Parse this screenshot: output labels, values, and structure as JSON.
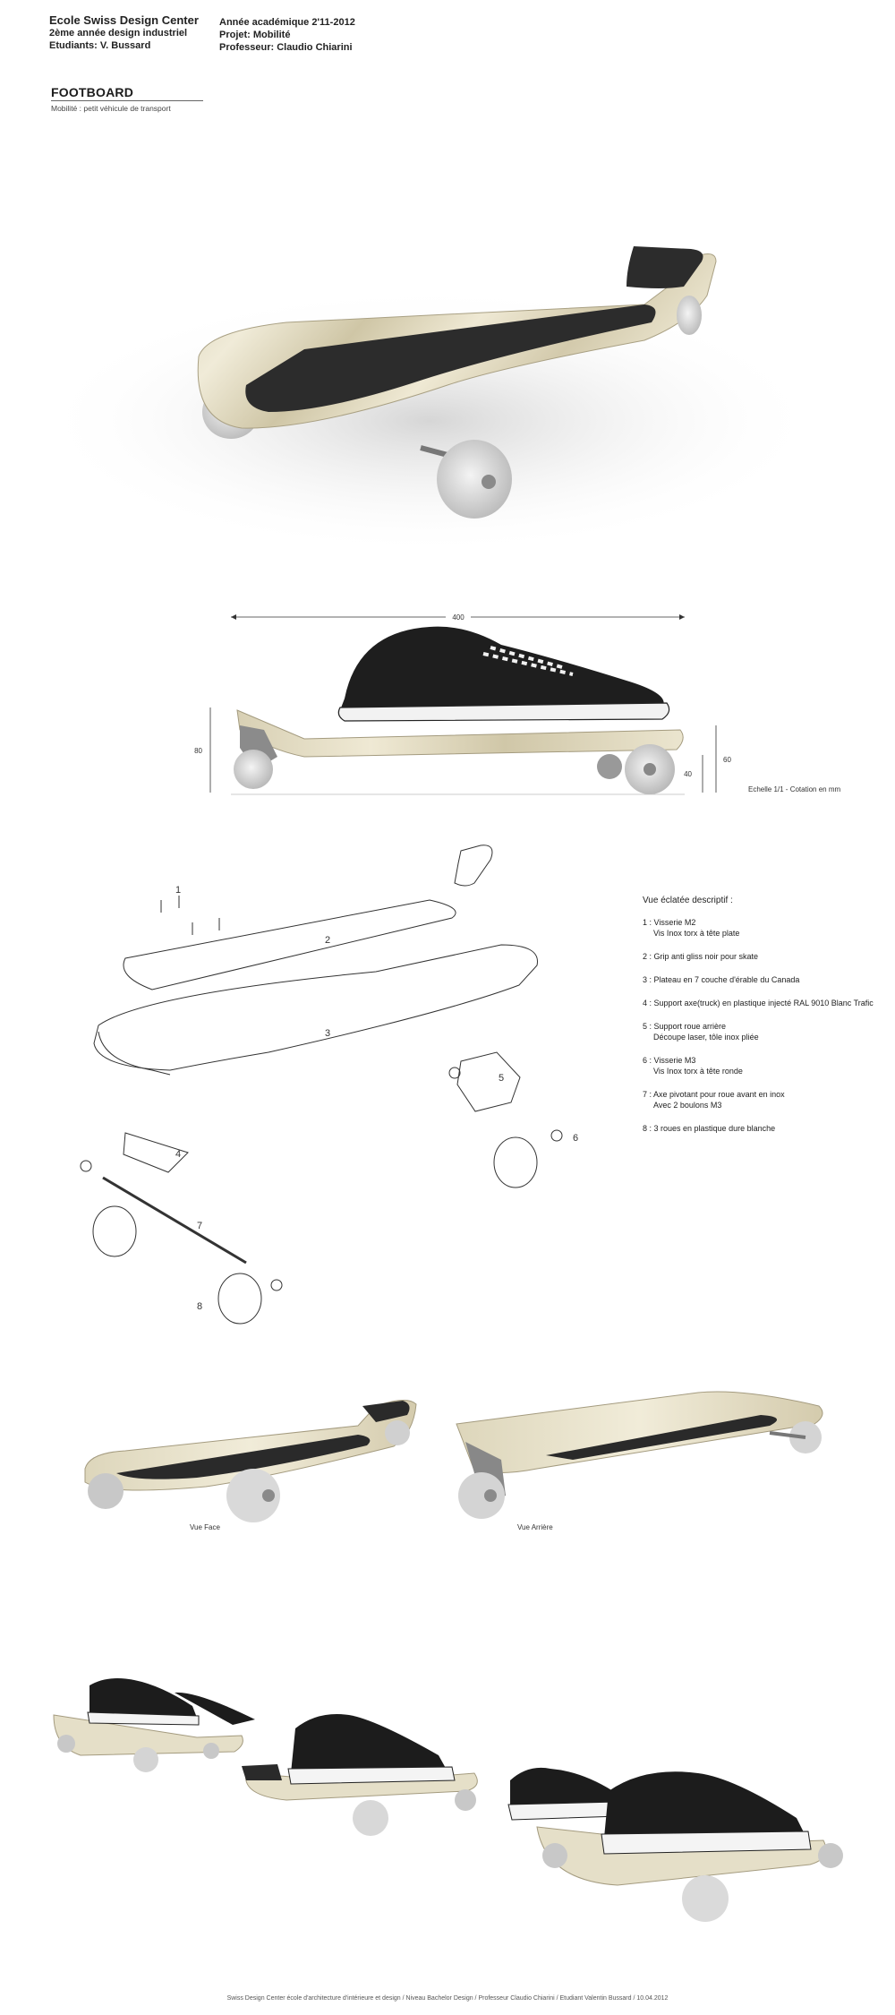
{
  "header": {
    "school": "Ecole Swiss Design Center",
    "program": "2ème année design industriel",
    "students": "Etudiants: V. Bussard",
    "year": "Année académique 2'11-2012",
    "project": "Projet: Mobilité",
    "professor": "Professeur: Claudio Chiarini"
  },
  "title": "FOOTBOARD",
  "subtitle": "Mobilité : petit véhicule de transport",
  "dimensions": {
    "length": "400",
    "height_front": "80",
    "height_rear_top": "60",
    "height_rear": "40",
    "scale_note": "Echelle 1/1   - Cotation en mm"
  },
  "exploded": {
    "heading": "Vue éclatée descriptif :",
    "items": [
      {
        "line1": "1 : Visserie M2",
        "line2": "Vis Inox torx à tête plate"
      },
      {
        "line1": "2 : Grip anti gliss noir pour skate",
        "line2": ""
      },
      {
        "line1": "3 : Plateau en 7 couche d'érable du Canada",
        "line2": ""
      },
      {
        "line1": "4 : Support axe(truck) en plastique injecté RAL 9010 Blanc Trafic",
        "line2": ""
      },
      {
        "line1": "5 : Support roue arrière",
        "line2": "Découpe laser, tôle inox pliée"
      },
      {
        "line1": " 6 : Visserie M3",
        "line2": "Vis Inox torx à tête ronde"
      },
      {
        "line1": "7 : Axe pivotant pour roue avant en inox",
        "line2": "Avec 2 boulons M3"
      },
      {
        "line1": "8 : 3 roues en plastique dure blanche",
        "line2": ""
      }
    ],
    "labels": [
      "1",
      "2",
      "3",
      "4",
      "5",
      "6",
      "7",
      "8"
    ]
  },
  "views": {
    "front": "Vue Face",
    "rear": "Vue Arrière"
  },
  "footer": "Swiss Design Center école d'architecture d'intérieure et design / Niveau Bachelor Design / Professeur Claudio Chiarini / Etudiant Valentin Bussard / 10.04.2012"
}
